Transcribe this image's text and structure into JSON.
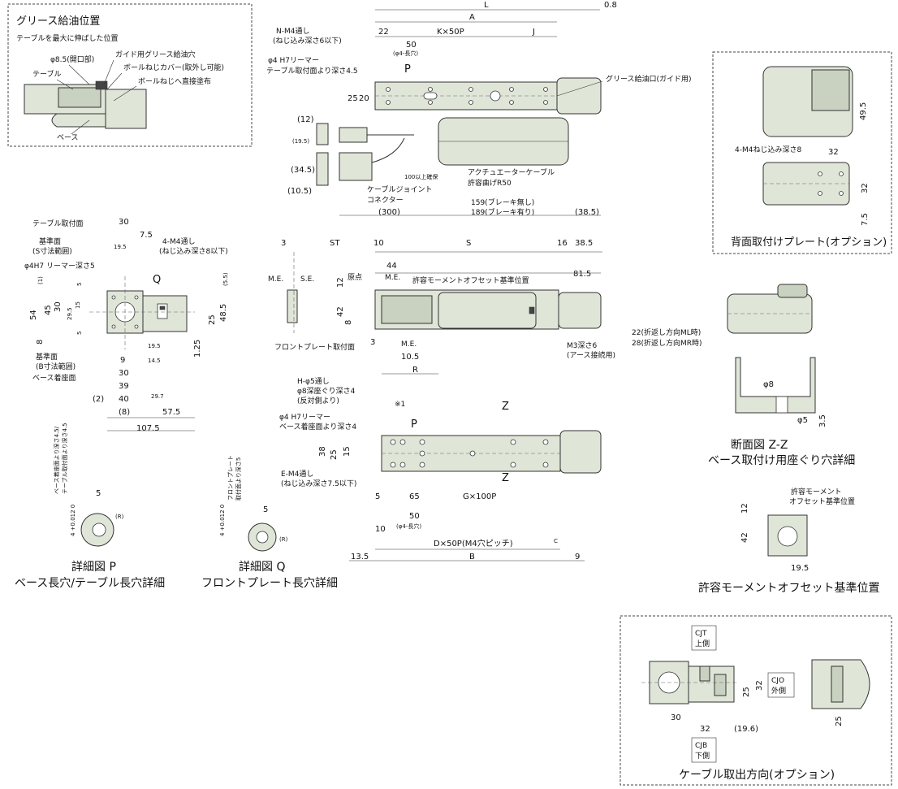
{
  "grease_panel": {
    "title": "グリース給油位置",
    "subtitle": "テーブルを最大に伸ばした位置",
    "opening": "φ8.5(開口部)",
    "guide_grease": "ガイド用グリース給油穴",
    "ballscrew_cover": "ボールねじカバー(取外し可能)",
    "table": "テーブル",
    "ballscrew_direct": "ボールねじへ直接塗布",
    "base": "ベース"
  },
  "top_view": {
    "dim_L": "L",
    "dim_08": "0.8",
    "dim_A": "A",
    "dim_22": "22",
    "dim_Kx50P": "K×50P",
    "dim_J": "J",
    "dim_50": "50",
    "dim_phi4_slot": "(φ4-長穴)",
    "nm4_line1": "N-M4通し",
    "nm4_line2": "(ねじ込み深さ6以下)",
    "phi4_line1": "φ4 H7リーマー",
    "phi4_line2": "テーブル取付面より深さ4.5",
    "label_P": "P",
    "dim_25": "25",
    "dim_20": "20",
    "grease_port": "グリース給油口(ガイド用)"
  },
  "cable_view": {
    "dim_12": "(12)",
    "dim_195": "(19.5)",
    "dim_345": "(34.5)",
    "dim_105": "(10.5)",
    "min100": "100以上確保",
    "actuator_cable": "アクチュエーターケーブル",
    "bend_radius": "許容曲げR50",
    "joint_line1": "ケーブルジョイント",
    "joint_line2": "コネクター",
    "dim_159": "159(ブレーキ無し)",
    "dim_189": "189(ブレーキ有り)",
    "dim_300": "(300)",
    "dim_385": "(38.5)"
  },
  "rear_plate": {
    "dim_495": "49.5",
    "m4": "4-M4ねじ込み深さ8",
    "dim_32a": "32",
    "dim_32b": "32",
    "dim_75": "7.5",
    "caption": "背面取付けプレート(オプション)"
  },
  "end_view": {
    "table_mount": "テーブル取付面",
    "dim_30": "30",
    "dim_75": "7.5",
    "ref_S_line1": "基準面",
    "ref_S_line2": "(S寸法範囲)",
    "dim_195": "19.5",
    "m4_line1": "4-M4通し",
    "m4_line2": "(ねじ込み深さ8以下)",
    "phi4": "φ4H7 リーマー深さ5",
    "label_Q": "Q",
    "dim_1": "(1)",
    "dim_55": "(5.5)",
    "dim_5a": "5",
    "dim_54": "54",
    "dim_45": "45",
    "dim_30v": "30",
    "dim_295": "29.5",
    "dim_15": "15",
    "dim_485": "48.5",
    "dim_25": "25",
    "dim_8": "8",
    "dim_5b": "5",
    "dim_125": "1.25",
    "dim_9": "9",
    "dim_195b": "19.5",
    "dim_145": "14.5",
    "ref_B_line1": "基準面",
    "ref_B_line2": "(B寸法範囲)",
    "base_mount": "ベース着座面",
    "dim_30b": "30",
    "dim_39": "39",
    "dim_2": "(2)",
    "dim_40": "40",
    "dim_297": "29.7",
    "dim_8b": "(8)",
    "dim_575": "57.5",
    "dim_1075": "107.5"
  },
  "side_view": {
    "dim_3": "3",
    "dim_ST": "ST",
    "dim_10": "10",
    "dim_S": "S",
    "dim_16": "16",
    "dim_385": "38.5",
    "dim_44": "44",
    "dim_815": "81.5",
    "ME1": "M.E.",
    "SE": "S.E.",
    "origin": "原点",
    "ME2": "M.E.",
    "moment_ref": "許容モーメントオフセット基準位置",
    "dim_12": "12",
    "dim_42": "42",
    "dim_8": "8",
    "front_plate": "フロントプレート取付面",
    "dim_3b": "3",
    "ME3": "M.E.",
    "dim_105": "10.5",
    "dim_R": "R",
    "m3": "M3深さ6",
    "earth": "(アース接続用)",
    "fold_ml": "22(折返し方向ML時)",
    "fold_mr": "28(折返し方向MR時)"
  },
  "bottom_view": {
    "h_line1": "H-φ5通し",
    "h_line2": "φ8深座ぐり深さ4",
    "h_line3": "(反対側より)",
    "note1": "※1",
    "phi4_line1": "φ4 H7リーマー",
    "phi4_line2": "ベース着座面より深さ4",
    "label_P": "P",
    "label_Z1": "Z",
    "label_Z2": "Z",
    "dim_38": "38",
    "dim_25": "25",
    "dim_15": "15",
    "em4_line1": "E-M4通し",
    "em4_line2": "(ねじ込み深さ7.5以下)",
    "dim_5": "5",
    "dim_65": "65",
    "dim_Gx100P": "G×100P",
    "dim_50": "50",
    "dim_phi4_slot": "(φ4-長穴)",
    "dim_10": "10",
    "dim_Dx50P": "D×50P(M4穴ピッチ)",
    "dim_C": "C",
    "dim_135": "13.5",
    "dim_B": "B",
    "dim_9": "9"
  },
  "section_zz": {
    "dim_phi8": "φ8",
    "dim_phi5": "φ5",
    "dim_35": "3.5",
    "caption_line1": "断面図 Z-Z",
    "caption_line2": "ベース取付け用座ぐり穴詳細"
  },
  "moment_ref_view": {
    "label_line1": "許容モーメント",
    "label_line2": "オフセット基準位置",
    "dim_12": "12",
    "dim_42": "42",
    "dim_195": "19.5",
    "caption": "許容モーメントオフセット基準位置"
  },
  "detail_P": {
    "depth1": "ベース着座面より深さ4.5/",
    "depth2": "テーブル取付面より深さ4.5",
    "tol": "4 +0.012 0",
    "dim_5": "5",
    "R": "(R)",
    "caption_line1": "詳細図 P",
    "caption_line2": "ベース長穴/テーブル長穴詳細"
  },
  "detail_Q": {
    "depth1": "フロントプレート",
    "depth2": "取付面より深さ5",
    "tol": "4 +0.012 0",
    "dim_5": "5",
    "R": "(R)",
    "caption_line1": "詳細図 Q",
    "caption_line2": "フロントプレート長穴詳細"
  },
  "cable_dir": {
    "cjt_line1": "CJT",
    "cjt_line2": "上側",
    "cjo_line1": "CJO",
    "cjo_line2": "外側",
    "cjb_line1": "CJB",
    "cjb_line2": "下側",
    "dim_25": "25",
    "dim_32v": "32",
    "dim_30": "30",
    "dim_32": "32",
    "dim_196": "(19.6)",
    "dim_25b": "25",
    "caption": "ケーブル取出方向(オプション)"
  }
}
